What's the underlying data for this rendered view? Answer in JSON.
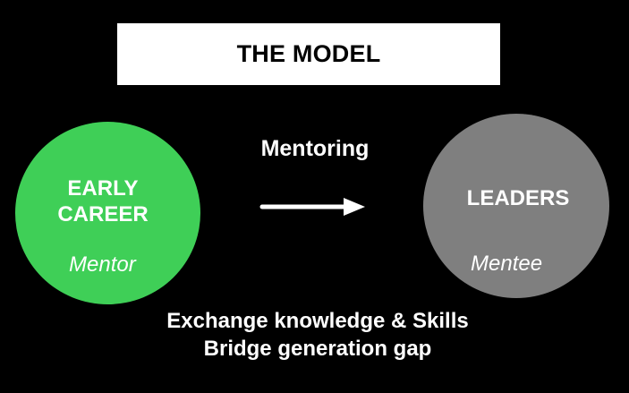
{
  "title": "THE MODEL",
  "colors": {
    "background": "#000000",
    "early_career_circle": "#3fcf57",
    "leaders_circle": "#7f7f7f",
    "arrow": "#ffffff"
  },
  "left_node": {
    "title_line1": "EARLY",
    "title_line2": "CAREER",
    "role": "Mentor"
  },
  "right_node": {
    "title": "LEADERS",
    "role": "Mentee"
  },
  "connector": {
    "label": "Mentoring",
    "icon": "right-arrow-icon"
  },
  "summary": {
    "line1": "Exchange knowledge & Skills",
    "line2": "Bridge generation gap"
  }
}
